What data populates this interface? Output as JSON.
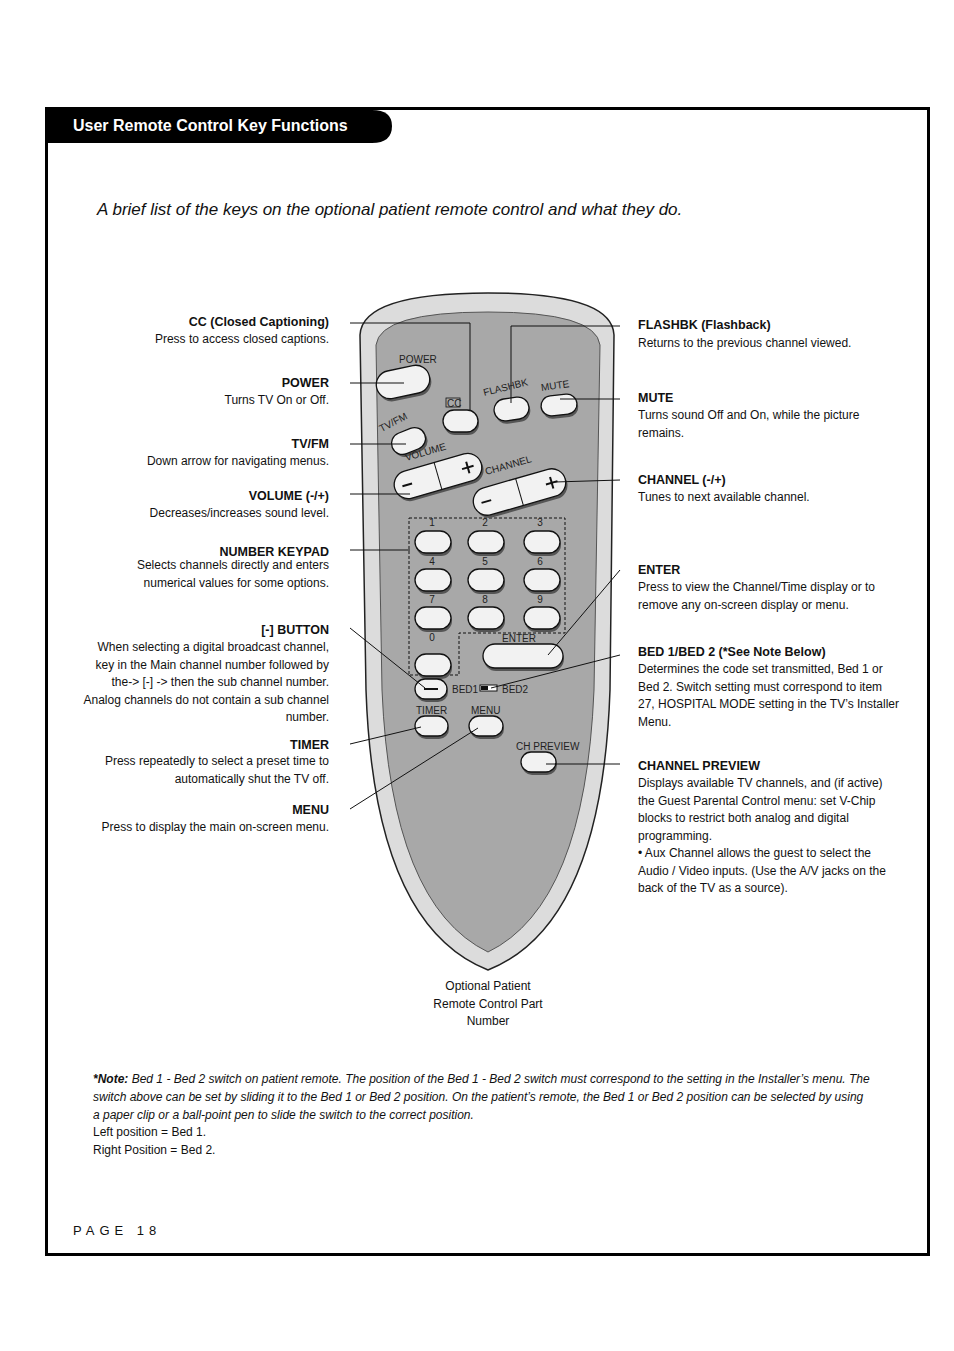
{
  "diagram": {
    "title": "User Remote Control Key Functions",
    "caption": "A brief list of the keys on the optional patient remote control and what they do.",
    "labels": [
      "CC (Closed Captioning)",
      "Press to access closed captions.",
      "POWER",
      "Turns TV On or Off.",
      "TV/FM",
      "Down arrow for navigating menus.",
      "VOLUME (-/+)",
      "Decreases/increases sound level.",
      "NUMBER KEYPAD",
      "Selects channels directly and enters numerical values for some options.",
      "[-] BUTTON",
      "When selecting a digital broadcast channel, key in the Main channel number followed by the-> [-] -> then the sub channel number. Analog channels do not contain a sub channel number.",
      "TIMER",
      "Press repeatedly to select a preset time to automatically shut the TV off.",
      "MENU",
      "Press to display the main on-screen menu.",
      "FLASHBK (Flashback)",
      "Returns to the previous channel viewed.",
      "MUTE",
      "Turns sound Off and On, while the picture remains.",
      "CHANNEL (-/+)",
      "Tunes to next available channel.",
      "ENTER",
      "Press to view the Channel/Time display or to remove any on-screen display or menu.",
      "BED 1/BED 2 (*See Note Below)",
      "Determines the code set transmitted, Bed 1 or Bed 2. Switch setting must correspond to item 27, HOSPITAL MODE setting in the TV’s Installer Menu.",
      "CHANNEL PREVIEW",
      "Displays available TV channels, and (if active) the Guest Parental Control menu: set V-Chip blocks to restrict both analog and digital programming.",
      "• Aux Channel allows the guest to select the Audio / Video inputs. (Use the A/V jacks on the back of the TV as a source).",
      "POWER",
      "CC",
      "TV/FM",
      "FLASHBK",
      "MUTE",
      "VOLUME",
      "CHANNEL",
      "1",
      "2",
      "3",
      "4",
      "5",
      "6",
      "7",
      "8",
      "9",
      "0",
      "ENTER",
      "BED1",
      "BED2",
      "TIMER",
      "MENU",
      "CH PREVIEW",
      "Optional Patient Remote Control Part Number",
      "*Note:",
      "Bed 1 - Bed 2 switch on patient remote. The position of the Bed 1 - Bed 2 switch must correspond to the setting in the Installer’s menu. The switch above can be set by sliding it to the Bed 1 or Bed 2 position. On the patient’s remote, the Bed 1 or Bed 2 position can be selected by using a paper clip or a ball-point pen to slide the switch to the correct position.",
      "Left position = Bed 1.",
      "Right Position = Bed 2.",
      "PAGE 18"
    ]
  }
}
